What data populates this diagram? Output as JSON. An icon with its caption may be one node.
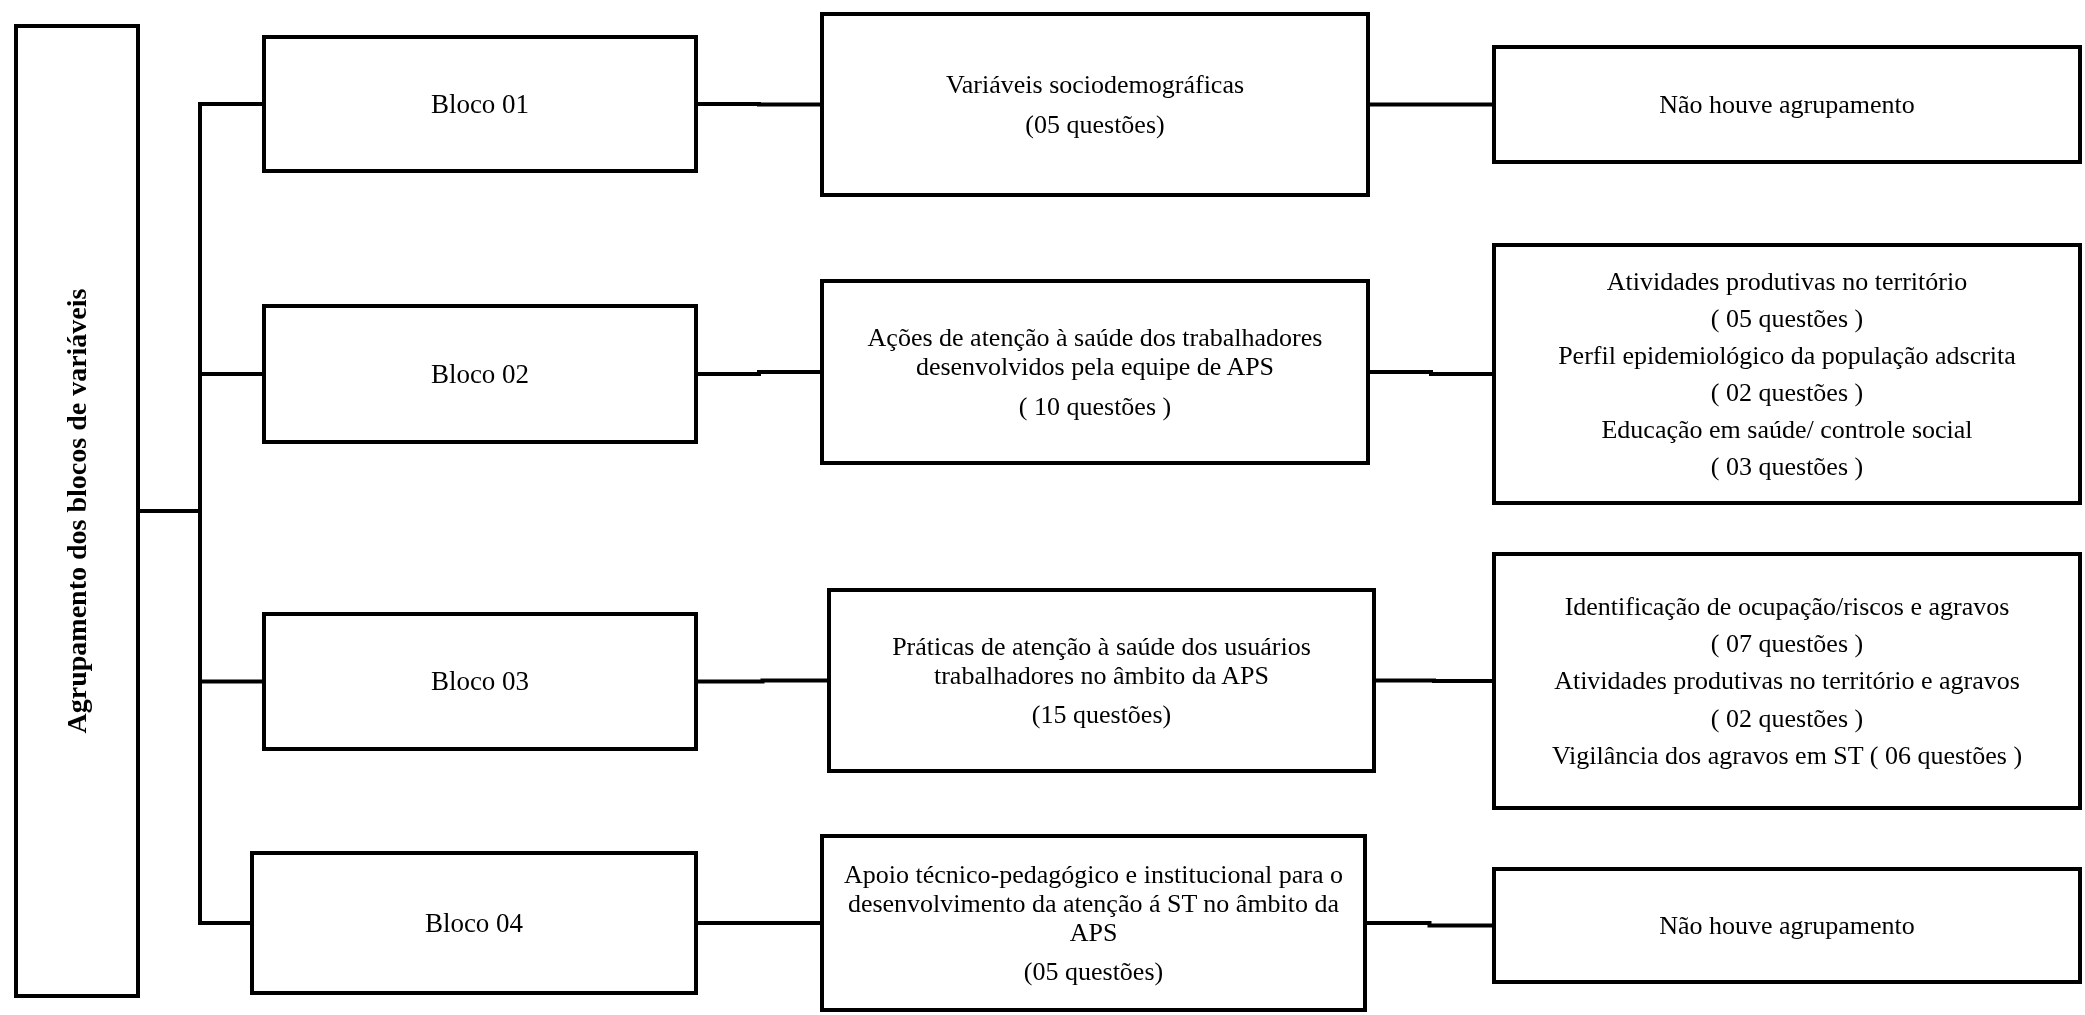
{
  "diagram": {
    "nodes": [
      {
        "text": [
          "Agrupamento dos blocos de variáveis"
        ]
      },
      {
        "text": [
          "Bloco 01"
        ]
      },
      {
        "text": [
          "Bloco 02"
        ]
      },
      {
        "text": [
          "Bloco 03"
        ]
      },
      {
        "text": [
          "Bloco 04"
        ]
      },
      {
        "text": [
          "Variáveis sociodemográficas",
          "(05 questões)"
        ]
      },
      {
        "text": [
          "Ações de atenção à saúde dos trabalhadores desenvolvidos pela equipe de APS",
          "( 10 questões )"
        ]
      },
      {
        "text": [
          "Práticas de atenção à saúde dos usuários trabalhadores no âmbito da APS",
          "(15 questões)"
        ]
      },
      {
        "text": [
          "Apoio técnico-pedagógico e institucional para o desenvolvimento da atenção á ST no âmbito da APS",
          "(05 questões)"
        ]
      },
      {
        "text": [
          "Não houve agrupamento"
        ]
      },
      {
        "text": [
          "Atividades produtivas no território",
          "( 05 questões )",
          "Perfil epidemiológico da população adscrita",
          "( 02 questões )",
          "Educação em saúde/ controle social",
          "( 03 questões )"
        ]
      },
      {
        "text": [
          "Identificação de ocupação/riscos e agravos",
          "( 07 questões )",
          "Atividades produtivas no território e agravos",
          "( 02 questões )",
          "Vigilância dos agravos em ST ( 06 questões )"
        ]
      },
      {
        "text": [
          "Não houve agrupamento"
        ]
      }
    ],
    "edges": [
      {
        "from": 0,
        "to": 1,
        "arrow": "none"
      },
      {
        "from": 0,
        "to": 2,
        "arrow": "none"
      },
      {
        "from": 0,
        "to": 3,
        "arrow": "none"
      },
      {
        "from": 0,
        "to": 4,
        "arrow": "none"
      },
      {
        "from": 1,
        "to": 5,
        "arrow": "none"
      },
      {
        "from": 2,
        "to": 6,
        "arrow": "none"
      },
      {
        "from": 3,
        "to": 7,
        "arrow": "none"
      },
      {
        "from": 4,
        "to": 8,
        "arrow": "none"
      },
      {
        "from": 5,
        "to": 9,
        "arrow": "none"
      },
      {
        "from": 6,
        "to": 10,
        "arrow": "none"
      },
      {
        "from": 7,
        "to": 11,
        "arrow": "none"
      },
      {
        "from": 8,
        "to": 12,
        "arrow": "none"
      }
    ]
  }
}
